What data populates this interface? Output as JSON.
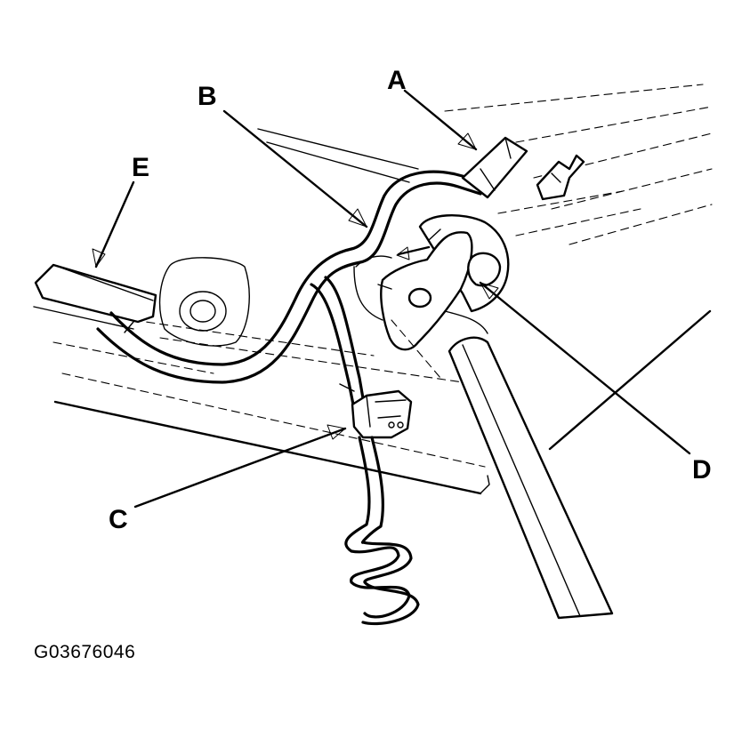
{
  "figure": {
    "code": "G03676046"
  },
  "callouts": {
    "a": "A",
    "b": "B",
    "c": "C",
    "d": "D",
    "e": "E"
  },
  "colors": {
    "ink": "#000000",
    "background": "#ffffff"
  }
}
